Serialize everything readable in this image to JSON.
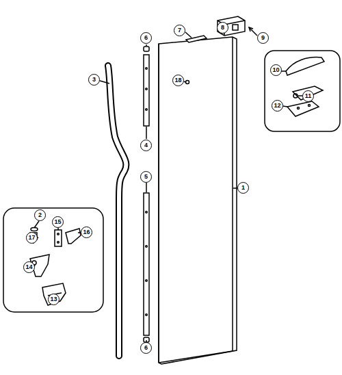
{
  "diagram": {
    "labels": [
      "8",
      "9",
      "7",
      "6",
      "10",
      "3",
      "18",
      "11",
      "12",
      "4",
      "1",
      "5",
      "2",
      "15",
      "16",
      "17",
      "14",
      "13",
      "6"
    ]
  }
}
